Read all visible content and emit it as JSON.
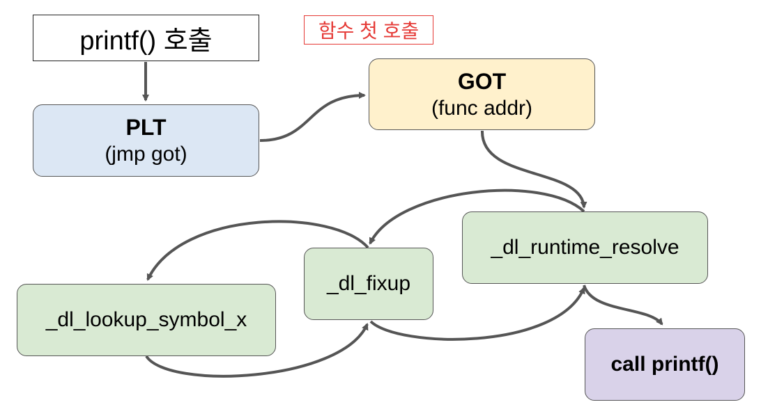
{
  "nodes": {
    "start": {
      "text": "printf() 호출"
    },
    "label": {
      "text": "함수 첫 호출"
    },
    "plt": {
      "title": "PLT",
      "sub": "(jmp got)"
    },
    "got": {
      "title": "GOT",
      "sub": "(func addr)"
    },
    "runtime_resolve": {
      "text": "_dl_runtime_resolve"
    },
    "fixup": {
      "text": "_dl_fixup"
    },
    "lookup": {
      "text": "_dl_lookup_symbol_x"
    },
    "call": {
      "text": "call printf()"
    }
  },
  "edges": [
    {
      "from": "start",
      "to": "plt"
    },
    {
      "from": "plt",
      "to": "got"
    },
    {
      "from": "got",
      "to": "runtime_resolve"
    },
    {
      "from": "runtime_resolve",
      "to": "fixup"
    },
    {
      "from": "fixup",
      "to": "lookup"
    },
    {
      "from": "lookup",
      "to": "fixup"
    },
    {
      "from": "fixup",
      "to": "runtime_resolve"
    },
    {
      "from": "runtime_resolve",
      "to": "call"
    }
  ],
  "colors": {
    "edge": "#555555",
    "label_red": "#e53935",
    "plt_fill": "#dce7f4",
    "got_fill": "#fff1cc",
    "resolver_fill": "#d9ead3",
    "call_fill": "#d9d2e9"
  }
}
